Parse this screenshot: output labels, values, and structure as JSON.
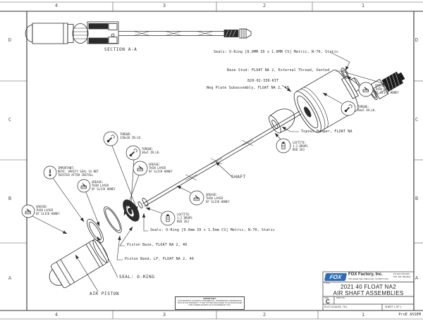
{
  "colors": {
    "line": "#2b2b2b",
    "fox_blue": "#2e6db5",
    "paper": "#ffffff"
  },
  "frame": {
    "cols": [
      "4",
      "3",
      "2",
      "1"
    ],
    "rows": [
      "D",
      "C",
      "B",
      "A"
    ],
    "plot_note": "ProE ASSEM"
  },
  "section_view": {
    "label": "SECTION A-A"
  },
  "callouts": {
    "seals_metric_top": "Seals: O-Ring [8.0MM ID x 1.0MM CS] Metric, N-70, Static",
    "base_stud": "Base Stud: FLOAT NA 2, External Thread, Vented",
    "kit": "820-02-330-KIT",
    "neg_plate": "Neg Plate Subassembly, FLOAT NA 2, 40",
    "topout_bumper": "Topout Bumper, FLOAT NA",
    "shaft": "SHAFT",
    "seals_metric_bottom": "Seals: O-Ring [9.0mm ID x 1.5mm CS] Metric, N-70, Static",
    "piston_base": "Piston Base, FLOAT NA 2, 40",
    "piston_band": "Piston Band, LF, FLOAT NA 2, 40",
    "seal_oring": "SEAL: O-RING",
    "air_piston": "AIR PISTON",
    "grease": "GREASE:\nTHIN LAYER\nOF SLICK HONEY",
    "torque_120": "TORQUE:\n120±10 IN.LB.",
    "torque_30": "TORQUE:\n30±5 IN.LB.",
    "torque_50": "TORQUE:\n50±5 IN.LB.",
    "loctite": "LOCTITE:\n1-2 DROPS\nRED 263",
    "important_note": "IMPORTANT:\nNOTE: VERIFY SEAL IS NOT\nTWISTED AFTER INSTALL"
  },
  "icons": {
    "grease": "grease-brush-icon",
    "torque": "torque-wrench-icon",
    "loctite": "loctite-bottle-icon",
    "important": "exclamation-icon"
  },
  "title_block": {
    "logo_text": "FOX",
    "company": "FOX Factory, Inc.",
    "address": "130 Hangar Way, Watsonville, CA 95076 USA",
    "phone": "PH: 831-768-1100",
    "fax": "FAX: 831-768-9342",
    "title_label": "TITLE",
    "title_line1": "2021 40 FLOAT NA2",
    "title_line2": "AIR SHAFT ASSEMBLIES",
    "size_label": "SIZE",
    "size_value": "C",
    "dwg_label": "DWG NO.",
    "plot_scale": "PLOT SCALED .75:1",
    "sheet": "SHEET 1 OF 1"
  },
  "proprietary": {
    "heading": "IMPORTANT:",
    "body": "THIS DRAWING CONTAINS CONFIDENTIAL, PROPRIETARY INFORMATION THAT IS FOX PROPERTY. IT MAY NOT BE DISCLOSED TO OR DUPLICATED FOR OTHERS EXCEPT AS AUTHORIZED BY FOX."
  }
}
